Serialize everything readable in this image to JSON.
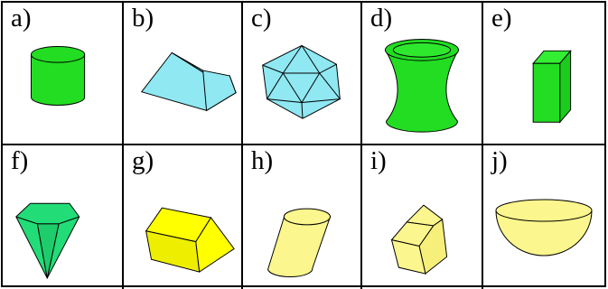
{
  "cells": [
    {
      "label": "a)",
      "shape": "cylinder"
    },
    {
      "label": "b)",
      "shape": "triangular-prism"
    },
    {
      "label": "c)",
      "shape": "icosahedron"
    },
    {
      "label": "d)",
      "shape": "hyperboloid"
    },
    {
      "label": "e)",
      "shape": "rectangular-prism"
    },
    {
      "label": "f)",
      "shape": "gem-pyramid"
    },
    {
      "label": "g)",
      "shape": "trapezoidal-prism"
    },
    {
      "label": "h)",
      "shape": "oblique-cylinder"
    },
    {
      "label": "i)",
      "shape": "pentagonal-prism"
    },
    {
      "label": "j)",
      "shape": "hemisphere"
    }
  ],
  "colors": {
    "green": "#22dd22",
    "cyan": "#8fe8f2",
    "yellow": "#ffff00",
    "pale_yellow": "#fbf68d"
  }
}
